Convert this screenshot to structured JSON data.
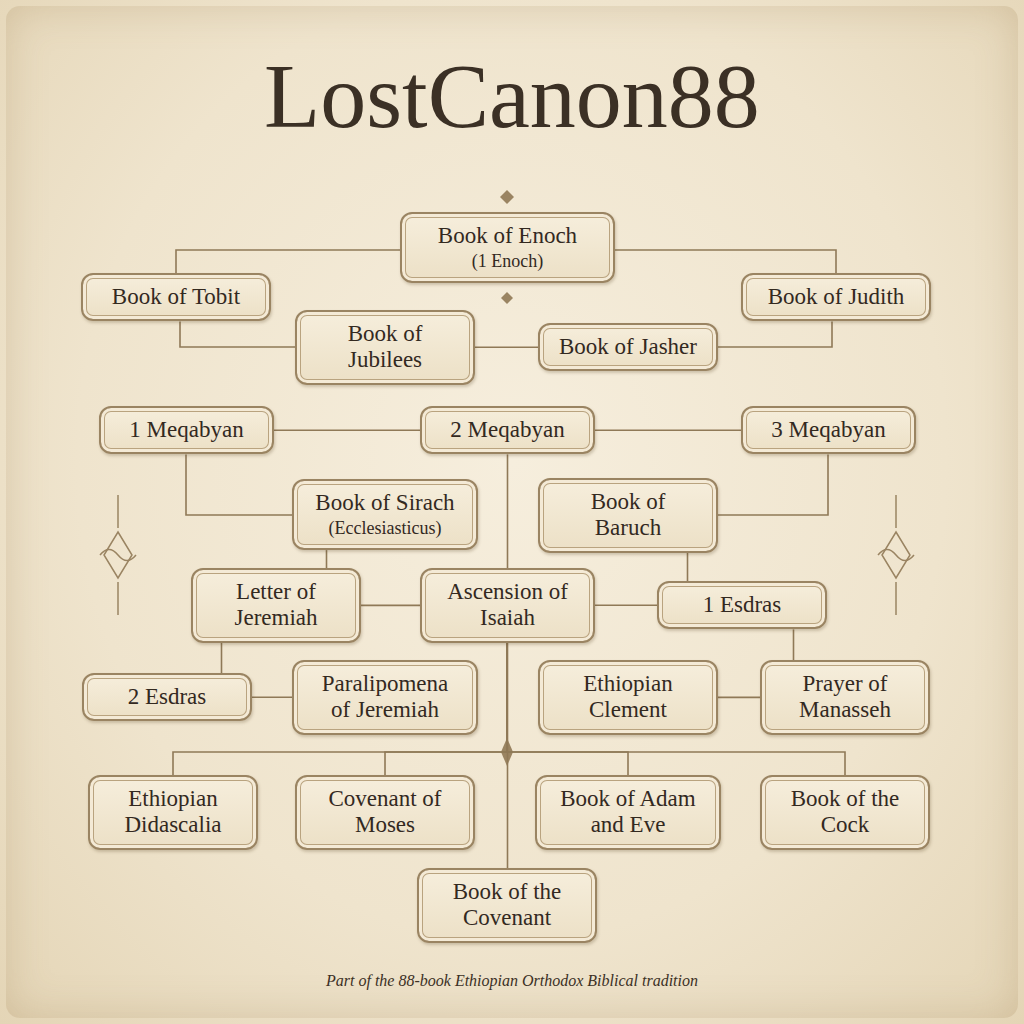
{
  "diagram": {
    "title": "LostCanon88",
    "caption": "Part of the 88-book Ethiopian Orthodox Biblical tradition",
    "nodes": [
      {
        "text": [
          "Book of Enoch",
          "(1 Enoch)"
        ]
      },
      {
        "text": [
          "Book of Tobit"
        ]
      },
      {
        "text": [
          "Book of Judith"
        ]
      },
      {
        "text": [
          "Book of Jubilees"
        ]
      },
      {
        "text": [
          "Book of Jasher"
        ]
      },
      {
        "text": [
          "1 Meqabyan"
        ]
      },
      {
        "text": [
          "2 Meqabyan"
        ]
      },
      {
        "text": [
          "3 Meqabyan"
        ]
      },
      {
        "text": [
          "Book of Sirach",
          "(Ecclesiasticus)"
        ]
      },
      {
        "text": [
          "Book of Baruch"
        ]
      },
      {
        "text": [
          "Letter of Jeremiah"
        ]
      },
      {
        "text": [
          "Ascension of Isaiah"
        ]
      },
      {
        "text": [
          "1 Esdras"
        ]
      },
      {
        "text": [
          "2 Esdras"
        ]
      },
      {
        "text": [
          "Paralipomena of Jeremiah"
        ]
      },
      {
        "text": [
          "Ethiopian Clement"
        ]
      },
      {
        "text": [
          "Prayer of Manasseh"
        ]
      },
      {
        "text": [
          "Ethiopian Didascalia"
        ]
      },
      {
        "text": [
          "Covenant of Moses"
        ]
      },
      {
        "text": [
          "Book of Adam and Eve"
        ]
      },
      {
        "text": [
          "Book of the Cock"
        ]
      },
      {
        "text": [
          "Book of the Covenant"
        ]
      }
    ],
    "edges": [
      {
        "from": 0,
        "to": 1,
        "arrow": "none"
      },
      {
        "from": 0,
        "to": 2,
        "arrow": "none"
      },
      {
        "from": 1,
        "to": 3,
        "arrow": "none"
      },
      {
        "from": 2,
        "to": 4,
        "arrow": "none"
      },
      {
        "from": 3,
        "to": 4,
        "arrow": "none"
      },
      {
        "from": 5,
        "to": 6,
        "arrow": "none"
      },
      {
        "from": 6,
        "to": 7,
        "arrow": "none"
      },
      {
        "from": 5,
        "to": 8,
        "arrow": "none"
      },
      {
        "from": 7,
        "to": 9,
        "arrow": "none"
      },
      {
        "from": 6,
        "to": 11,
        "arrow": "none"
      },
      {
        "from": 8,
        "to": 10,
        "arrow": "none"
      },
      {
        "from": 9,
        "to": 12,
        "arrow": "none"
      },
      {
        "from": 10,
        "to": 11,
        "arrow": "none"
      },
      {
        "from": 11,
        "to": 12,
        "arrow": "none"
      },
      {
        "from": 10,
        "to": 13,
        "arrow": "none"
      },
      {
        "from": 12,
        "to": 16,
        "arrow": "none"
      },
      {
        "from": 13,
        "to": 14,
        "arrow": "none"
      },
      {
        "from": 15,
        "to": 16,
        "arrow": "none"
      },
      {
        "from": 11,
        "to": 21,
        "arrow": "none"
      },
      {
        "from": 11,
        "to": 17,
        "arrow": "none"
      },
      {
        "from": 11,
        "to": 18,
        "arrow": "none"
      },
      {
        "from": 11,
        "to": 19,
        "arrow": "none"
      },
      {
        "from": 11,
        "to": 20,
        "arrow": "none"
      }
    ]
  }
}
